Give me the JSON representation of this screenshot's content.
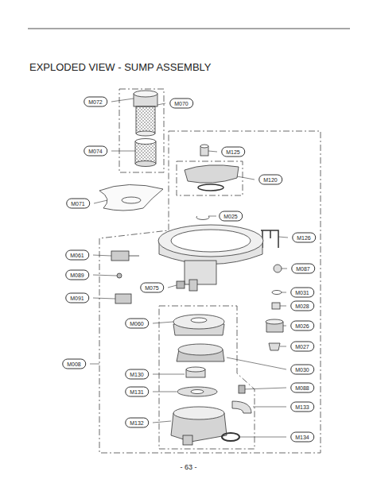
{
  "diagram": {
    "title": "EXPLODED VIEW - SUMP ASSEMBLY",
    "nodes": [
      {
        "text": [
          "M072"
        ]
      },
      {
        "text": [
          "M070"
        ]
      },
      {
        "text": [
          "M074"
        ]
      },
      {
        "text": [
          "M125"
        ]
      },
      {
        "text": [
          "M120"
        ]
      },
      {
        "text": [
          "M071"
        ]
      },
      {
        "text": [
          "M025"
        ]
      },
      {
        "text": [
          "M126"
        ]
      },
      {
        "text": [
          "M061"
        ]
      },
      {
        "text": [
          "M087"
        ]
      },
      {
        "text": [
          "M089"
        ]
      },
      {
        "text": [
          "M075"
        ]
      },
      {
        "text": [
          "M031"
        ]
      },
      {
        "text": [
          "M091"
        ]
      },
      {
        "text": [
          "M028"
        ]
      },
      {
        "text": [
          "M060"
        ]
      },
      {
        "text": [
          "M026"
        ]
      },
      {
        "text": [
          "M027"
        ]
      },
      {
        "text": [
          "M008"
        ]
      },
      {
        "text": [
          "M030"
        ]
      },
      {
        "text": [
          "M130"
        ]
      },
      {
        "text": [
          "M088"
        ]
      },
      {
        "text": [
          "M131"
        ]
      },
      {
        "text": [
          "M133"
        ]
      },
      {
        "text": [
          "M132"
        ]
      },
      {
        "text": [
          "M134"
        ]
      }
    ],
    "labels": [
      "- 63 -"
    ]
  }
}
